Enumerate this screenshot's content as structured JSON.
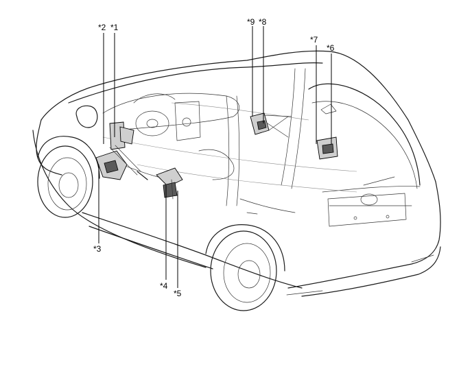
{
  "diagram": {
    "subject": "vehicle-cutaway-line-drawing",
    "callouts": [
      {
        "id": "c1",
        "label": "*1"
      },
      {
        "id": "c2",
        "label": "*2"
      },
      {
        "id": "c3",
        "label": "*3"
      },
      {
        "id": "c4",
        "label": "*4"
      },
      {
        "id": "c5",
        "label": "*5"
      },
      {
        "id": "c6",
        "label": "*6"
      },
      {
        "id": "c7",
        "label": "*7"
      },
      {
        "id": "c8",
        "label": "*8"
      },
      {
        "id": "c9",
        "label": "*9"
      }
    ]
  }
}
